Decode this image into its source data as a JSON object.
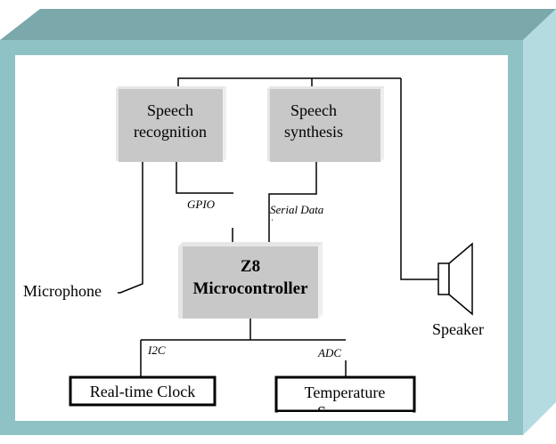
{
  "diagram": {
    "colors": {
      "frame_front": "#8fc2c5",
      "frame_top": "#7aa8ab",
      "frame_side": "#b3dbe0",
      "panel": "#ffffff",
      "block_face": "#c8c8c8",
      "block_side": "#e6e6e6",
      "line": "#000000"
    },
    "blocks": {
      "speech_recognition": {
        "line1": "Speech",
        "line2": "recognition"
      },
      "speech_synthesis": {
        "line1": "Speech",
        "line2": "synthesis"
      },
      "z8": {
        "line1": "Z8",
        "line2": "Microcontroller"
      },
      "rtc": {
        "label": "Real-time Clock"
      },
      "temperature": {
        "label": "Temperature",
        "label_clipped": "S"
      }
    },
    "labels": {
      "gpio": "GPIO",
      "serial_data": "Serial Data",
      "i2c": "I2C",
      "adc": "ADC",
      "microphone": "Microphone",
      "speaker": "Speaker"
    },
    "icons": {
      "speaker": "speaker-icon"
    }
  }
}
